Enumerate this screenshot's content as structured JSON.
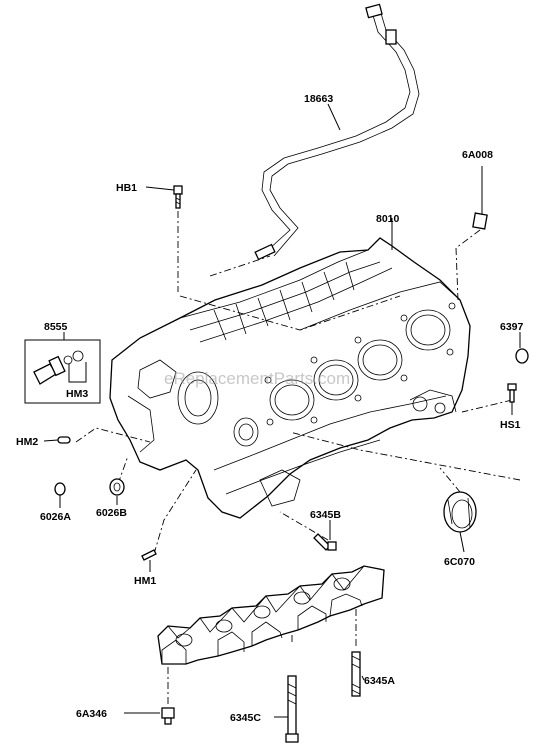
{
  "diagram": {
    "labels": {
      "p18663": "18663",
      "p6A008": "6A008",
      "HB1": "HB1",
      "p8010": "8010",
      "p8555": "8555",
      "p6397": "6397",
      "HM3": "HM3",
      "HM2": "HM2",
      "HS1": "HS1",
      "p6026A": "6026A",
      "p6026B": "6026B",
      "p6345B": "6345B",
      "p6C070": "6C070",
      "HM1": "HM1",
      "p6A346": "6A346",
      "p6345A": "6345A",
      "p6345C": "6345C"
    },
    "watermark": "eReplacementParts.com"
  }
}
